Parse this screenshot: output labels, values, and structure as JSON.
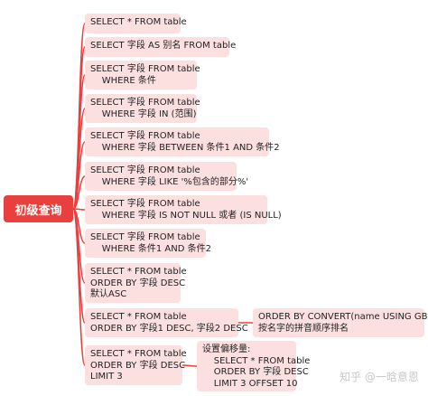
{
  "root": {
    "label": "初级查询"
  },
  "branches": [
    {
      "id": "b1",
      "text": "SELECT * FROM table"
    },
    {
      "id": "b2",
      "text": "SELECT 字段 AS 别名 FROM table"
    },
    {
      "id": "b3",
      "text": "SELECT 字段 FROM table\n    WHERE 条件"
    },
    {
      "id": "b4",
      "text": "SELECT 字段 FROM table\n    WHERE 字段 IN (范围)"
    },
    {
      "id": "b5",
      "text": "SELECT 字段 FROM table\n    WHERE 字段 BETWEEN 条件1 AND 条件2"
    },
    {
      "id": "b6",
      "text": "SELECT 字段 FROM table\n    WHERE 字段 LIKE '%包含的部分%'"
    },
    {
      "id": "b7",
      "text": "SELECT 字段 FROM table\n    WHERE 字段 IS NOT NULL 或者 (IS NULL)"
    },
    {
      "id": "b8",
      "text": "SELECT 字段 FROM table\n    WHERE 条件1 AND 条件2"
    },
    {
      "id": "b9",
      "text": "SELECT * FROM table\nORDER BY 字段 DESC\n默认ASC"
    },
    {
      "id": "b10",
      "text": "SELECT * FROM table\nORDER BY 字段1 DESC, 字段2 DESC"
    },
    {
      "id": "b11",
      "text": "SELECT * FROM table\nORDER BY 字段 DESC\nLIMIT 3"
    }
  ],
  "subs": [
    {
      "id": "s10",
      "parent": "b10",
      "text": "ORDER BY CONVERT(name USING GBK)\n按名字的拼音顺序排名"
    },
    {
      "id": "s11",
      "parent": "b11",
      "text": "设置偏移量:\n    SELECT * FROM table\n    ORDER BY 字段 DESC\n    LIMIT 3 OFFSET 10"
    }
  ],
  "watermark": "知乎 @一晗意恩",
  "colors": {
    "root": "#e8403f",
    "node": "#fce0e0",
    "line": "#e8403f"
  }
}
